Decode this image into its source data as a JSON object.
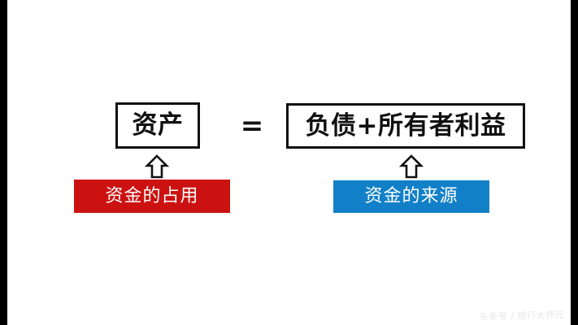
{
  "frame": {
    "pillarbox_color": "#000000",
    "canvas_color": "#ffffff"
  },
  "equation": {
    "left_term": "资产",
    "operator": "=",
    "right_term": "负债+所有者利益"
  },
  "arrows": {
    "left_arrow_glyph": "up-arrow",
    "right_arrow_glyph": "up-arrow"
  },
  "captions": {
    "left": {
      "label": "资金的占用",
      "color": "#cc1111"
    },
    "right": {
      "label": "资金的来源",
      "color": "#1280c8"
    }
  },
  "watermark": {
    "text": "头条号 / 银行大师兄"
  }
}
